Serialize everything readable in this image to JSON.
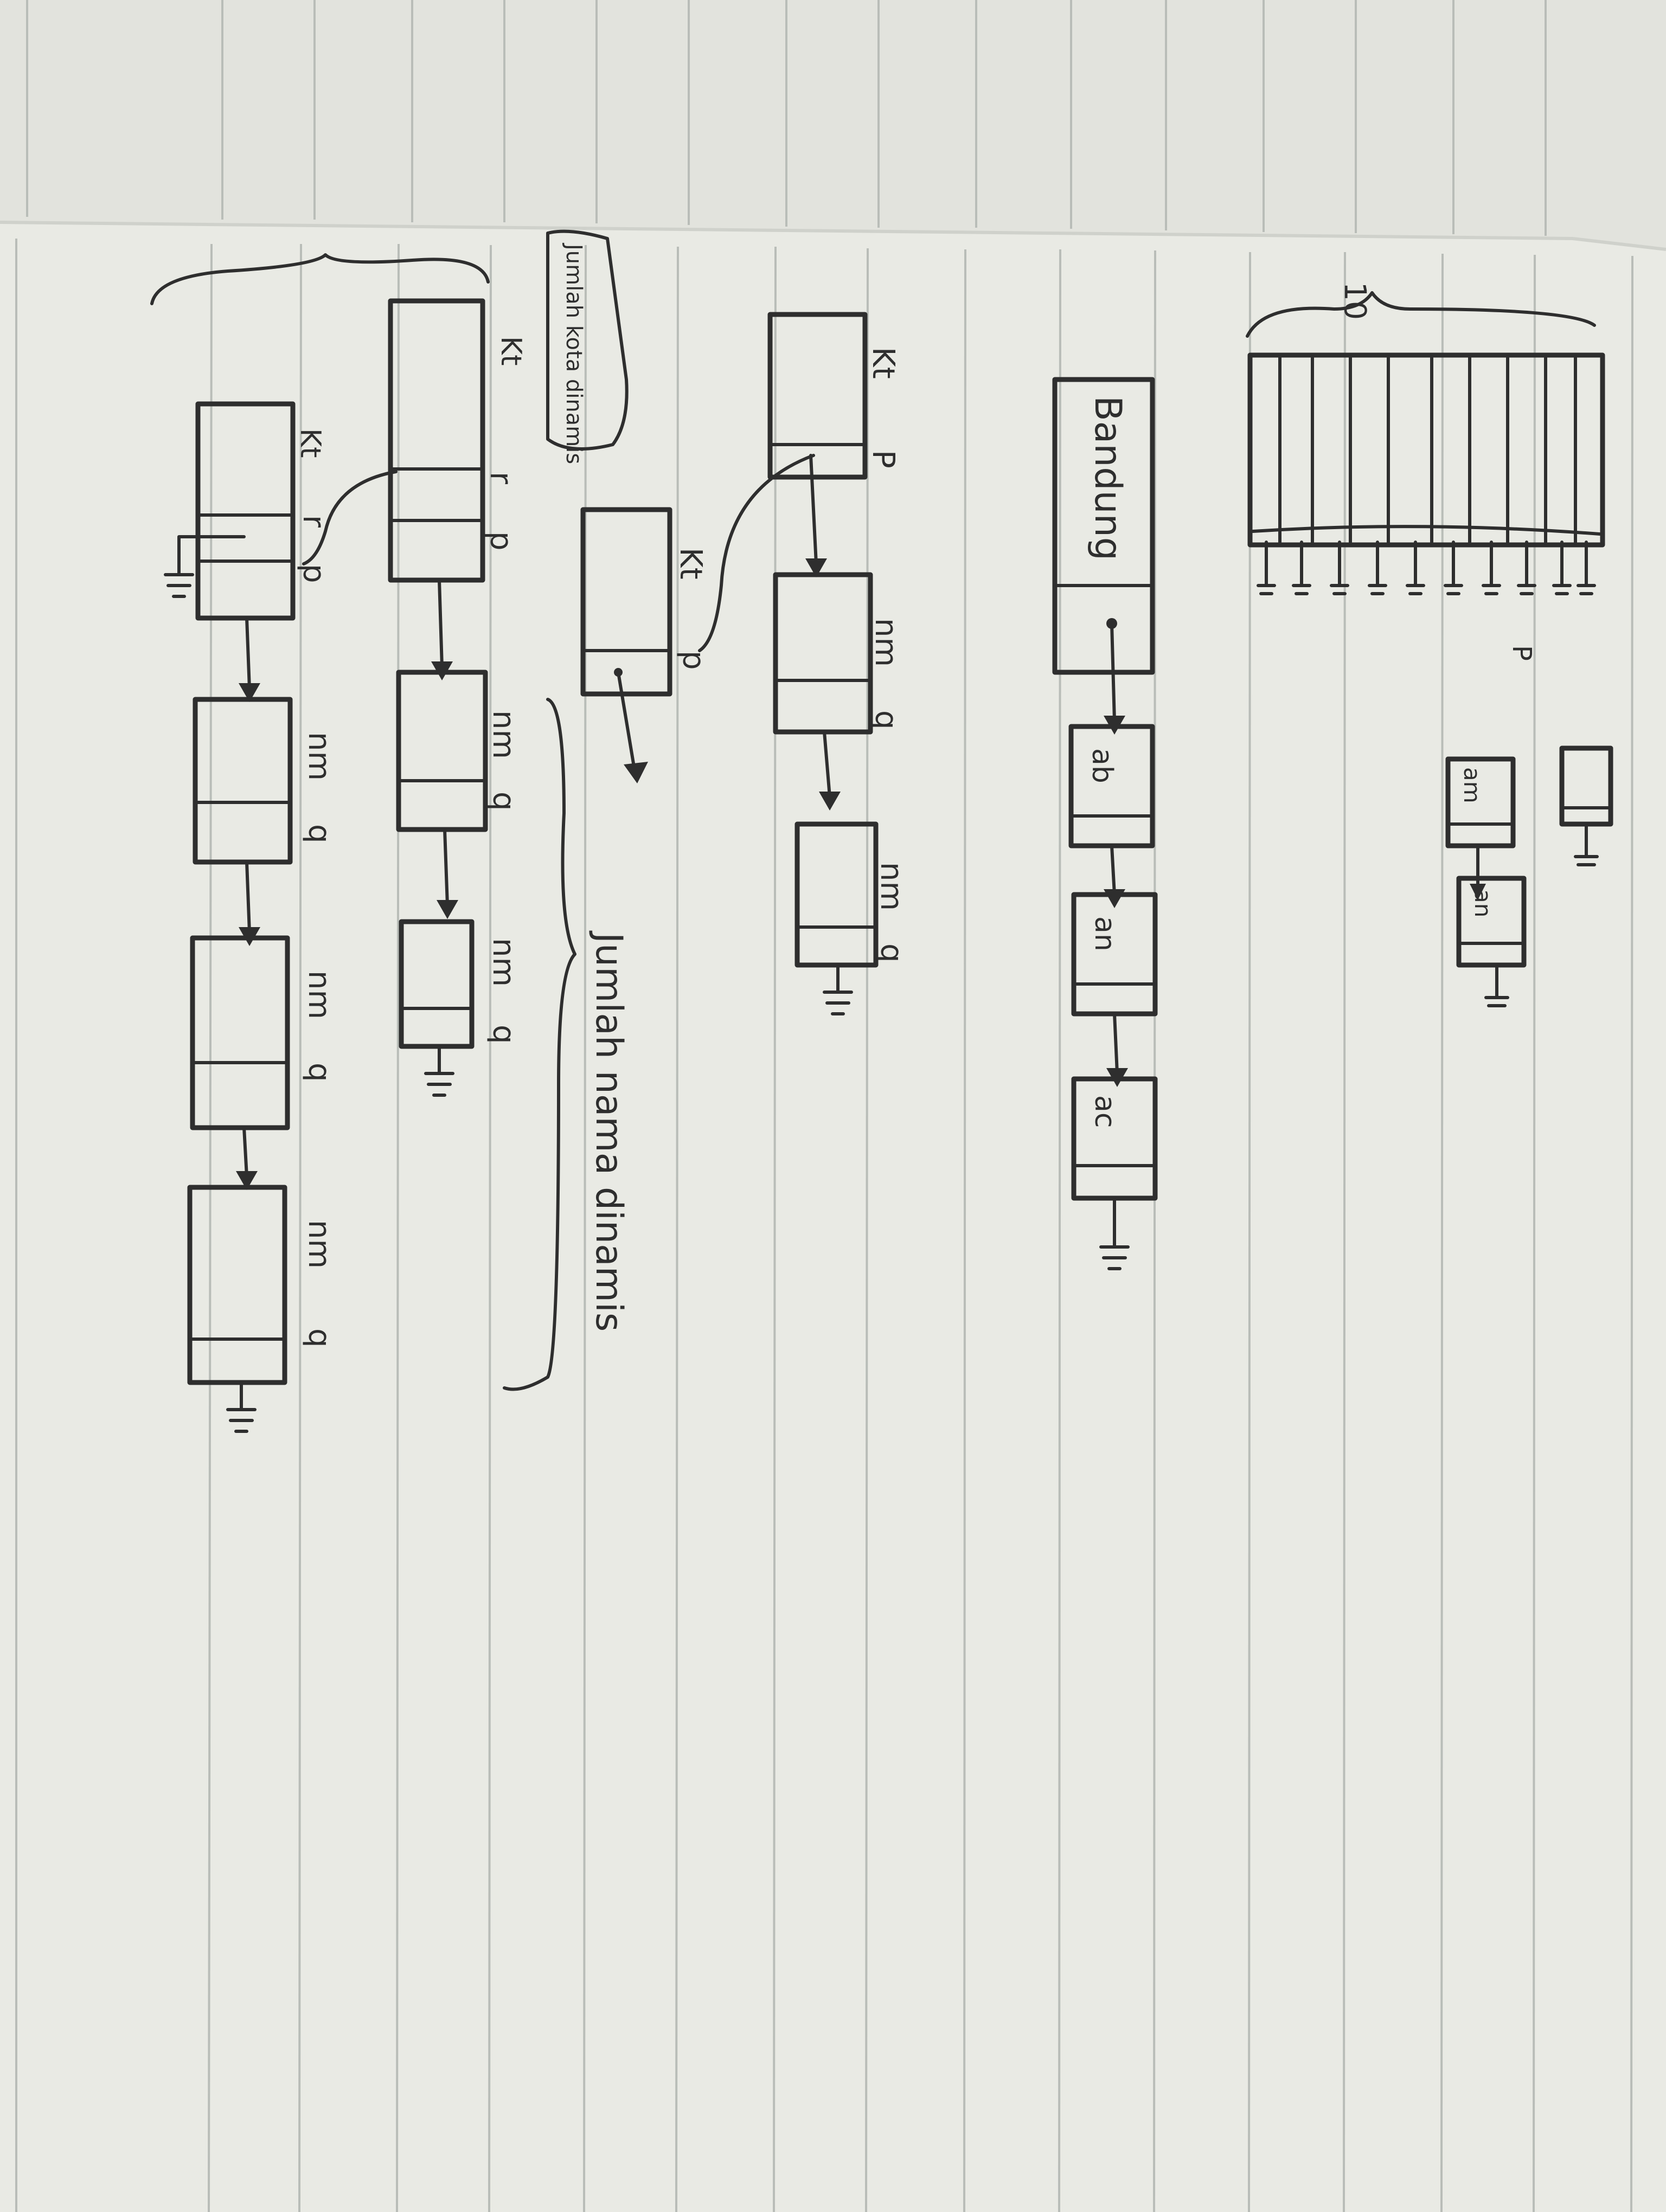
{
  "notebook": {
    "paper_color": "#e9eae4",
    "ink_color": "#2e2e2e",
    "rule_color": "#b9bdb8"
  },
  "array_sketch": {
    "size_label": "10",
    "pointer_label": "P",
    "small_chain": [
      "am",
      "an"
    ]
  },
  "city_list": {
    "city_label": "Bandung",
    "names": [
      "ab",
      "an",
      "ac"
    ]
  },
  "list_one": {
    "labels": [
      "Kt",
      "P",
      "nm",
      "q",
      "nm",
      "q"
    ]
  },
  "list_two": {
    "labels": [
      "Kt",
      "p"
    ]
  },
  "list_three": {
    "callout": "Jumlah kota dinamis",
    "labels": [
      "Kt",
      "r",
      "p",
      "nm",
      "q",
      "nm",
      "q"
    ],
    "brace_note": "Jumlah nama dinamis"
  },
  "list_four": {
    "labels": [
      "Kt",
      "r",
      "p",
      "nm",
      "q",
      "nm",
      "q",
      "nm",
      "q"
    ]
  }
}
